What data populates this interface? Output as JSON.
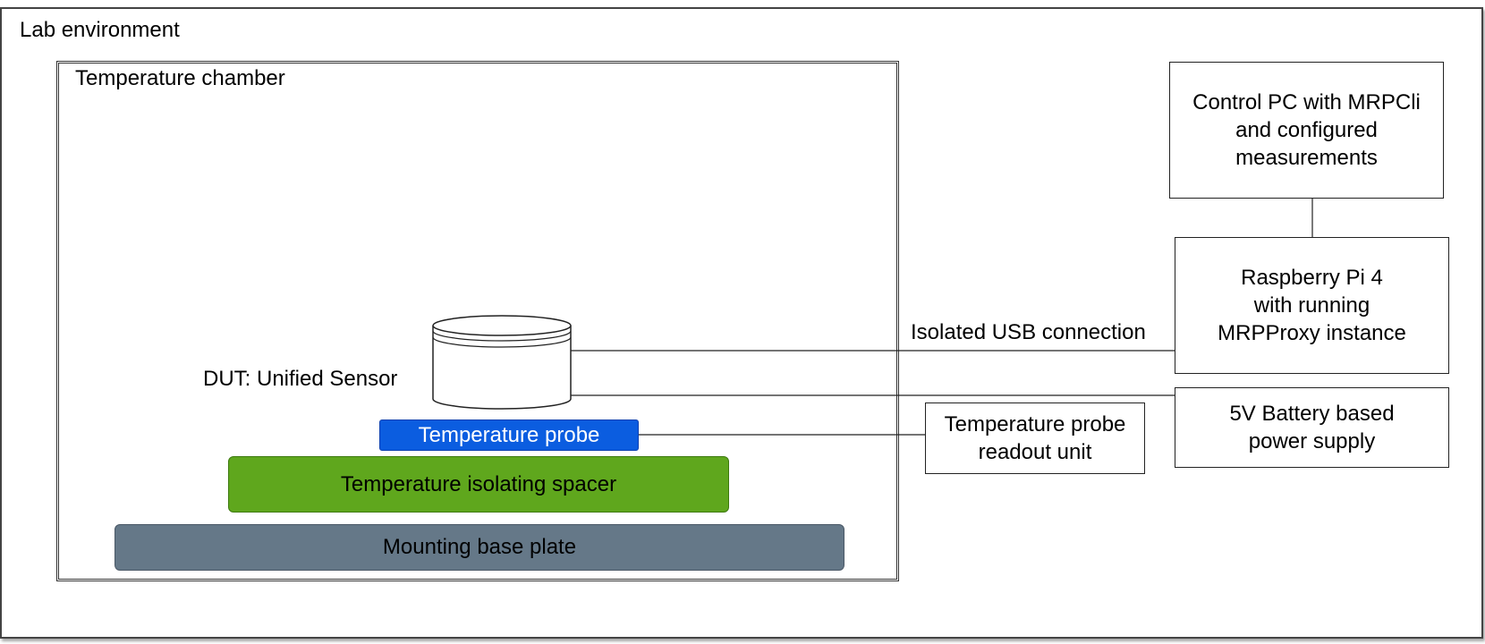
{
  "lab_environment": {
    "label": "Lab environment"
  },
  "temperature_chamber": {
    "label": "Temperature chamber"
  },
  "dut": {
    "label": "DUT: Unified Sensor"
  },
  "temperature_probe": {
    "label": "Temperature probe"
  },
  "spacer": {
    "label": "Temperature isolating spacer"
  },
  "base_plate": {
    "label": "Mounting base plate"
  },
  "control_pc": {
    "label": "Control PC with MRPCli\nand configured\nmeasurements"
  },
  "raspberry_pi": {
    "label": "Raspberry Pi 4\nwith running\nMRPProxy instance"
  },
  "power_supply": {
    "label": "5V Battery based\npower supply"
  },
  "probe_readout": {
    "label": "Temperature probe\nreadout unit"
  },
  "usb_connection": {
    "label": "Isolated USB connection"
  },
  "colors": {
    "probe": "#0b5de0",
    "spacer": "#5fa71d",
    "base_plate": "#657888"
  }
}
